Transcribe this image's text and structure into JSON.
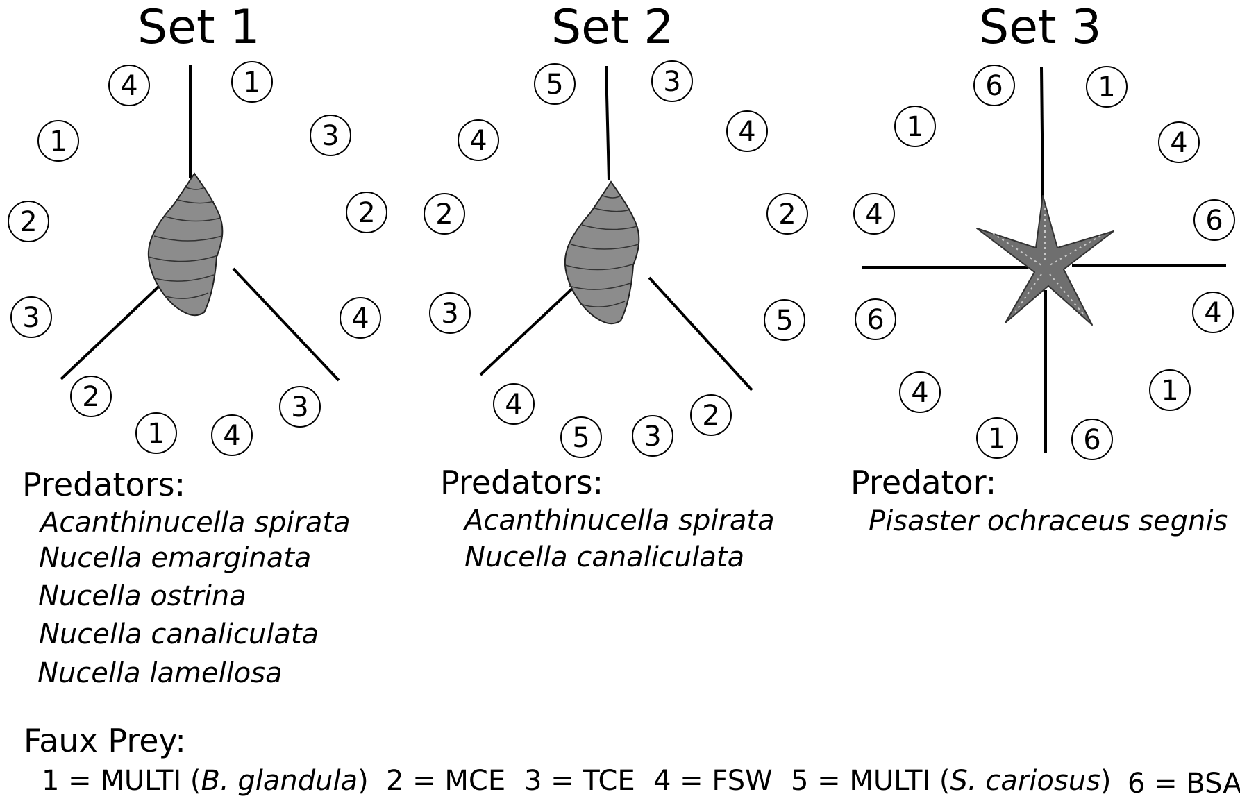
{
  "sets": [
    {
      "title": "Set 1",
      "animal": "snail-icon",
      "predator_heading": "Predators:",
      "species": [
        "Acanthinucella spirata",
        "Nucella emarginata",
        "Nucella ostrina",
        "Nucella canaliculata",
        "Nucella lamellosa"
      ],
      "circle_labels": [
        "4",
        "1",
        "1",
        "3",
        "2",
        "2",
        "3",
        "4",
        "2",
        "3",
        "1",
        "4"
      ]
    },
    {
      "title": "Set 2",
      "animal": "snail-icon",
      "predator_heading": "Predators:",
      "species": [
        "Acanthinucella spirata",
        "Nucella canaliculata"
      ],
      "circle_labels": [
        "5",
        "3",
        "4",
        "4",
        "2",
        "2",
        "3",
        "5",
        "4",
        "2",
        "5",
        "3"
      ]
    },
    {
      "title": "Set 3",
      "animal": "starfish-icon",
      "predator_heading": "Predator:",
      "species": [
        "Pisaster ochraceus segnis"
      ],
      "circle_labels": [
        "6",
        "1",
        "1",
        "4",
        "4",
        "6",
        "6",
        "4",
        "4",
        "1",
        "1",
        "6"
      ]
    }
  ],
  "legend": {
    "heading": "Faux Prey:",
    "items": [
      {
        "pre": "1 = MULTI (",
        "ital": "B. glandula",
        "post": ")"
      },
      {
        "pre": "2 = MCE",
        "ital": "",
        "post": ""
      },
      {
        "pre": "3 = TCE",
        "ital": "",
        "post": ""
      },
      {
        "pre": "4 = FSW",
        "ital": "",
        "post": ""
      },
      {
        "pre": "5 = MULTI (",
        "ital": "S. cariosus",
        "post": ")"
      },
      {
        "pre": "6 = BSA",
        "ital": "",
        "post": ""
      }
    ]
  },
  "colors": {
    "ink": "#000000",
    "shell": "#8c8c8c",
    "star": "#6f6f6f",
    "star_spots": "#c8c8c8"
  }
}
